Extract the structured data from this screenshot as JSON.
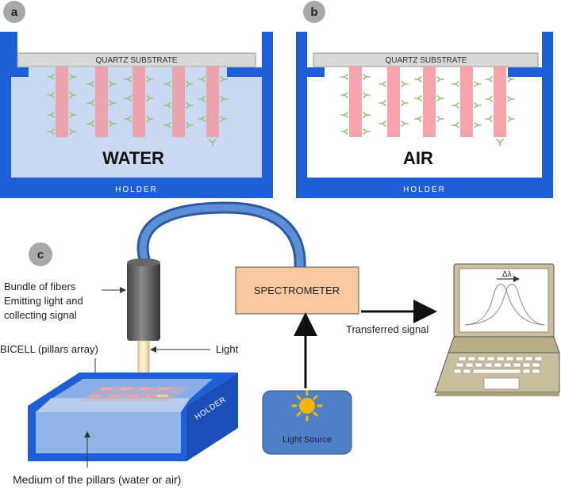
{
  "panel_a": {
    "badge": "a",
    "substrate_label": "QUARTZ SUBSTRATE",
    "medium_label": "WATER",
    "holder_label": "HOLDER"
  },
  "panel_b": {
    "badge": "b",
    "substrate_label": "QUARTZ SUBSTRATE",
    "medium_label": "AIR",
    "holder_label": "HOLDER"
  },
  "panel_c": {
    "badge": "c",
    "fiber_label_1": "Bundle of fibers",
    "fiber_label_2": "Emitting light and",
    "fiber_label_3": "collecting signal",
    "bicell_label": "BICELL (pillars array)",
    "light_label": "Light",
    "holder_label": "HOLDER",
    "medium_label": "Medium of the pillars (water or air)",
    "spectrometer_label": "SPECTROMETER",
    "light_source_label": "Light Source",
    "transferred_label": "Transferred signal",
    "shift_label": "Δλ"
  },
  "colors": {
    "holder_blue": "#1f5fd6",
    "water_fill": "#c9d9f2",
    "pillar_pink": "#f59aa0",
    "substrate_grey": "#d8d8d8",
    "spectrometer_fill": "#f8c8a0",
    "light_source_fill": "#4f7fc4",
    "fiber_cable": "#3a6db8",
    "antibody_green": "#9ccf8a",
    "laptop_body": "#c8bf9c"
  },
  "icons": [
    "sun-icon",
    "laptop-icon",
    "fiber-probe-icon",
    "arrow-icon"
  ]
}
